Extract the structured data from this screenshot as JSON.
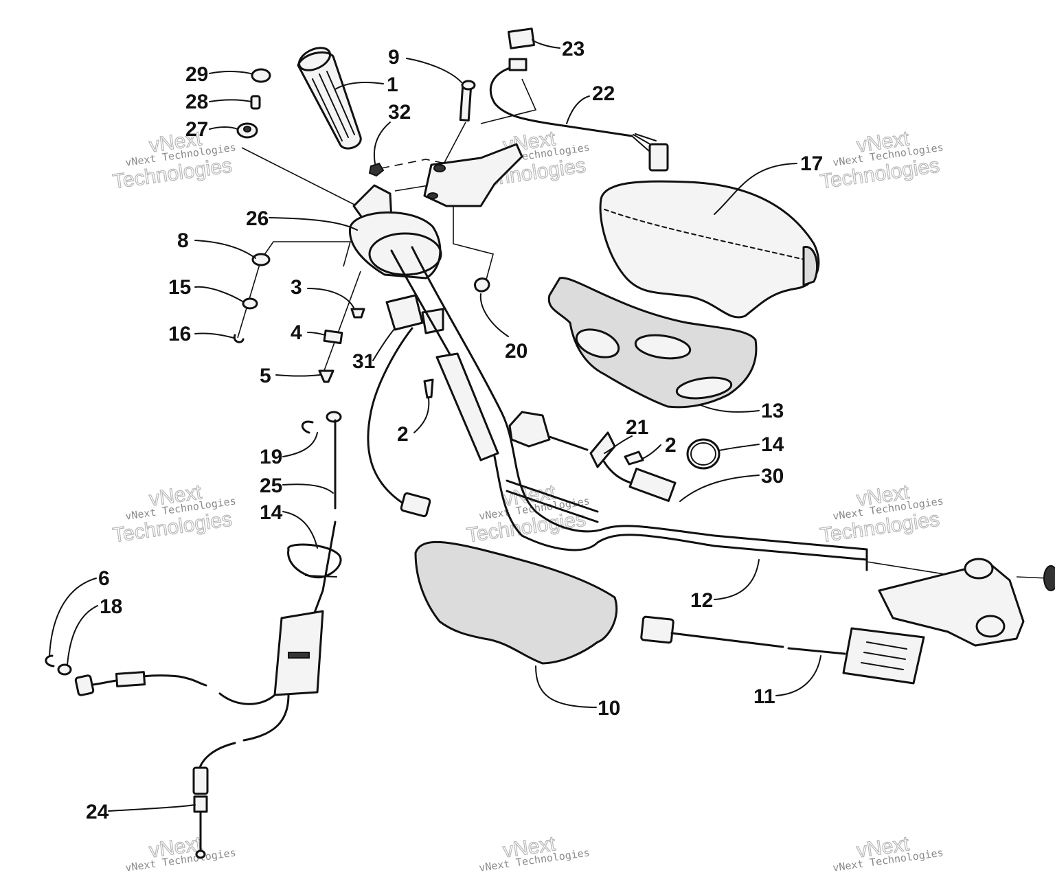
{
  "watermark": {
    "line1": "vNext",
    "line2": "Technologies",
    "combined": "vNext Technologies"
  },
  "callouts": [
    "1",
    "2",
    "2",
    "3",
    "4",
    "5",
    "6",
    "8",
    "9",
    "10",
    "11",
    "12",
    "13",
    "14",
    "14",
    "15",
    "16",
    "17",
    "18",
    "19",
    "20",
    "21",
    "22",
    "23",
    "24",
    "25",
    "26",
    "27",
    "28",
    "29",
    "30",
    "31",
    "32"
  ]
}
